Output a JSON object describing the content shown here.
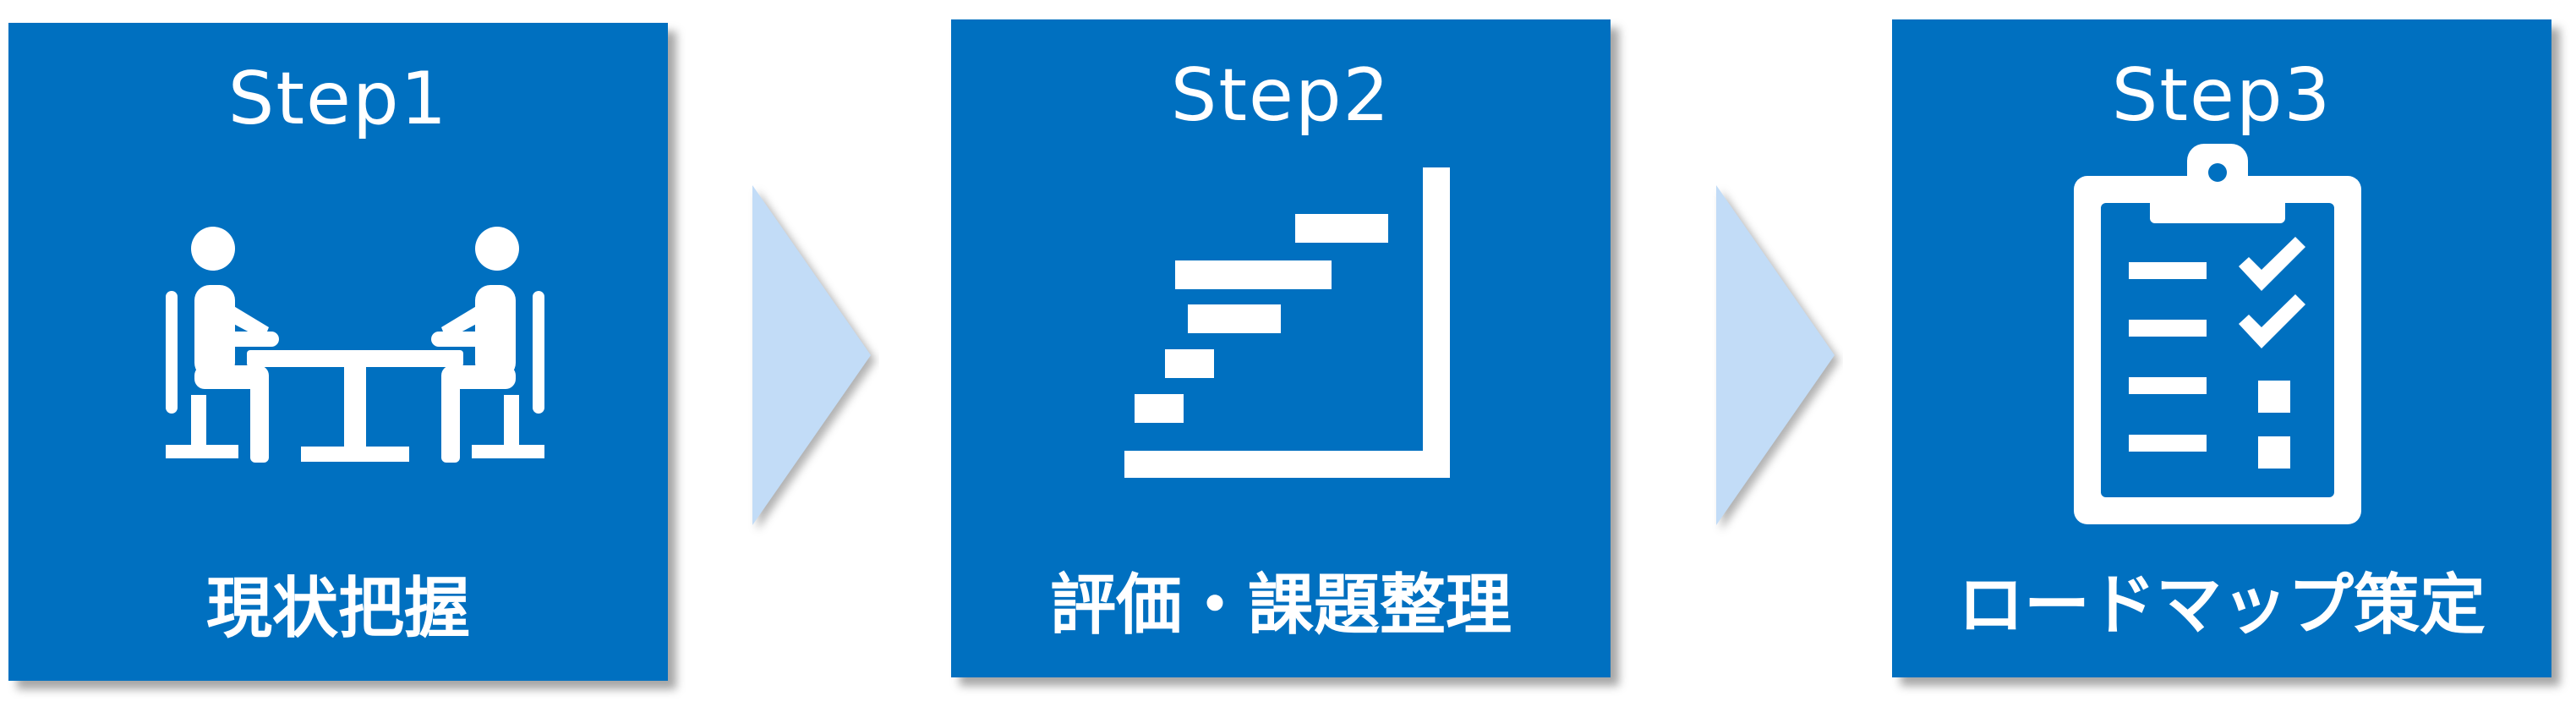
{
  "steps": [
    {
      "label": "Step1",
      "caption": "現状把握",
      "icon": "meeting-icon"
    },
    {
      "label": "Step2",
      "caption": "評価・課題整理",
      "icon": "staircase-chart-icon"
    },
    {
      "label": "Step3",
      "caption": "ロードマップ策定",
      "icon": "clipboard-checklist-icon"
    }
  ],
  "colors": {
    "card": "#0070c0",
    "arrow": "#c2dcf7",
    "icon": "#ffffff"
  }
}
